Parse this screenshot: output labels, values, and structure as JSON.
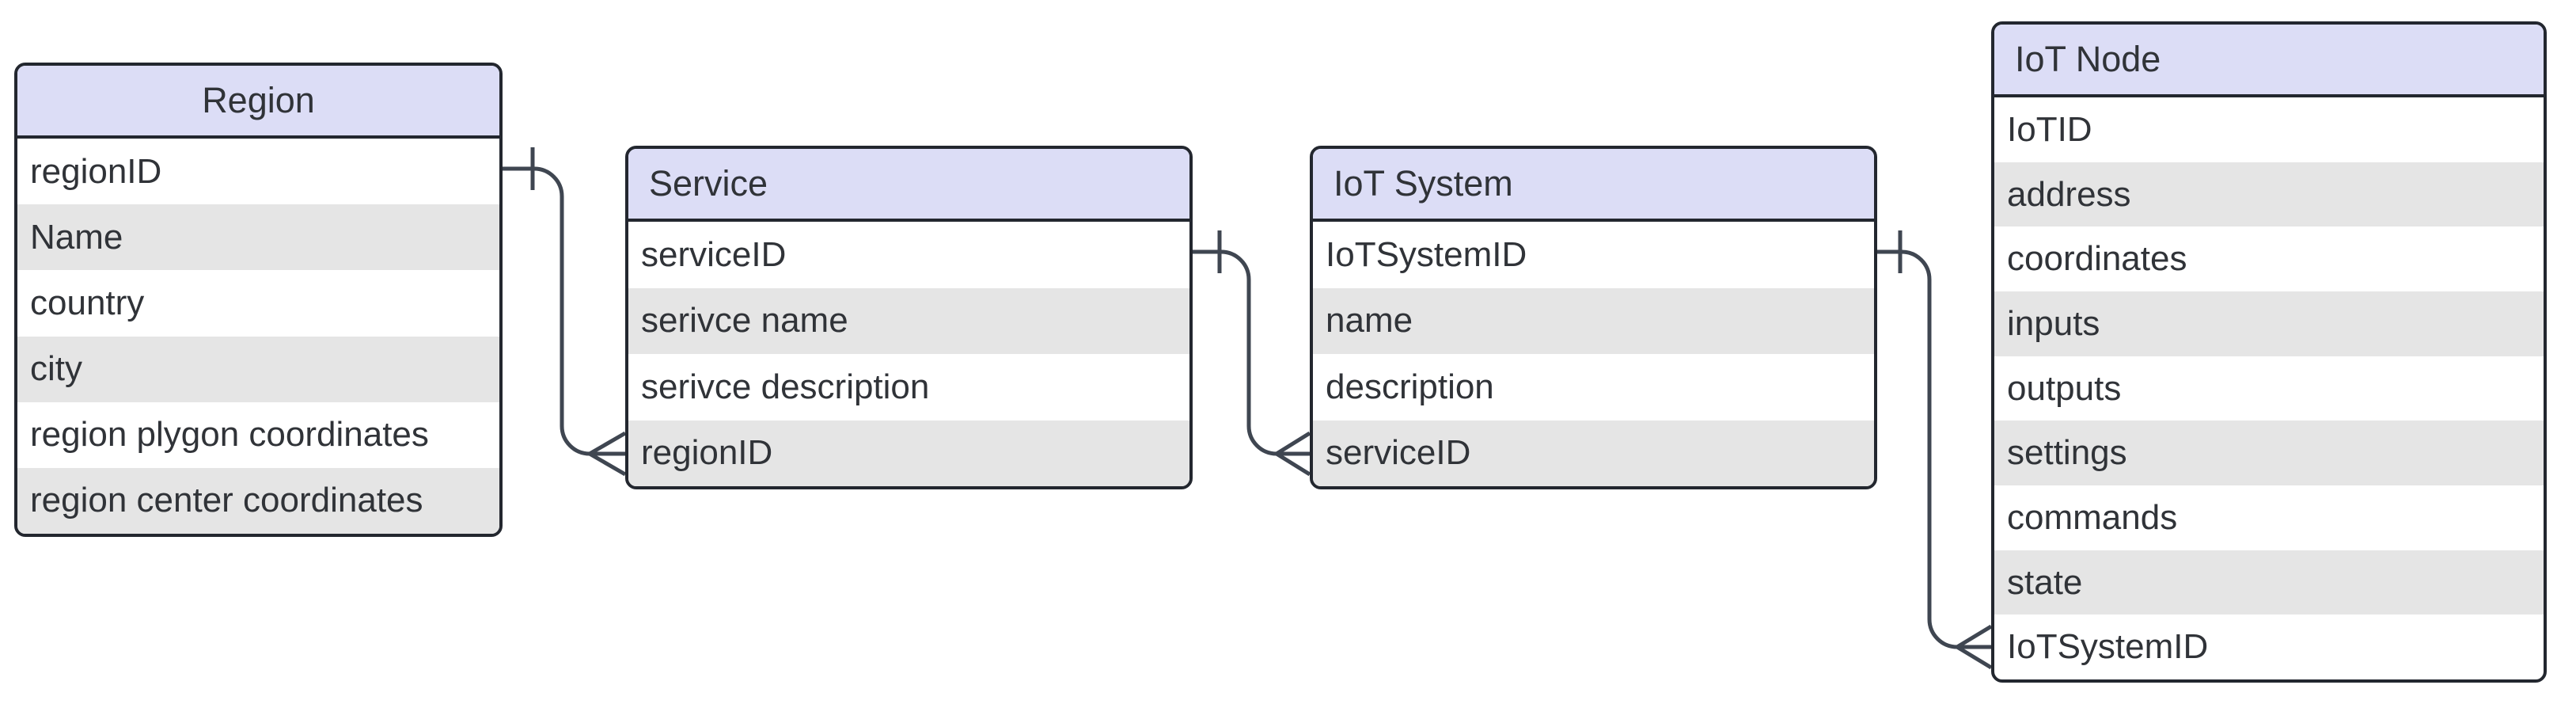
{
  "diagram": {
    "type": "entity-relationship",
    "notation": "crows-foot",
    "entities": [
      {
        "title": "Region",
        "title_align": "center",
        "fields": [
          "regionID",
          "Name",
          "country",
          "city",
          "region plygon coordinates",
          "region center coordinates"
        ]
      },
      {
        "title": "Service",
        "title_align": "left",
        "fields": [
          "serviceID",
          "serivce name",
          "serivce description",
          "regionID"
        ]
      },
      {
        "title": "IoT System",
        "title_align": "left",
        "fields": [
          "IoTSystemID",
          "name",
          "description",
          "serviceID"
        ]
      },
      {
        "title": "IoT Node",
        "title_align": "left",
        "fields": [
          "IoTID",
          "address",
          "coordinates",
          "inputs",
          "outputs",
          "settings",
          "commands",
          "state",
          "IoTSystemID"
        ]
      }
    ],
    "relationships": [
      {
        "from_entity": "Region",
        "from_field": "regionID",
        "to_entity": "Service",
        "to_field": "regionID",
        "from_cardinality": "one",
        "to_cardinality": "many"
      },
      {
        "from_entity": "Service",
        "from_field": "serviceID",
        "to_entity": "IoT System",
        "to_field": "serviceID",
        "from_cardinality": "one",
        "to_cardinality": "many"
      },
      {
        "from_entity": "IoT System",
        "from_field": "IoTSystemID",
        "to_entity": "IoT Node",
        "to_field": "IoTSystemID",
        "from_cardinality": "one",
        "to_cardinality": "many"
      }
    ],
    "colors": {
      "header_fill": "#dcddf6",
      "row_fill": "#ffffff",
      "row_alt_fill": "#e5e5e5",
      "border": "#23272f",
      "connector": "#3f4651",
      "text": "#303338",
      "canvas": "#ffffff"
    }
  }
}
